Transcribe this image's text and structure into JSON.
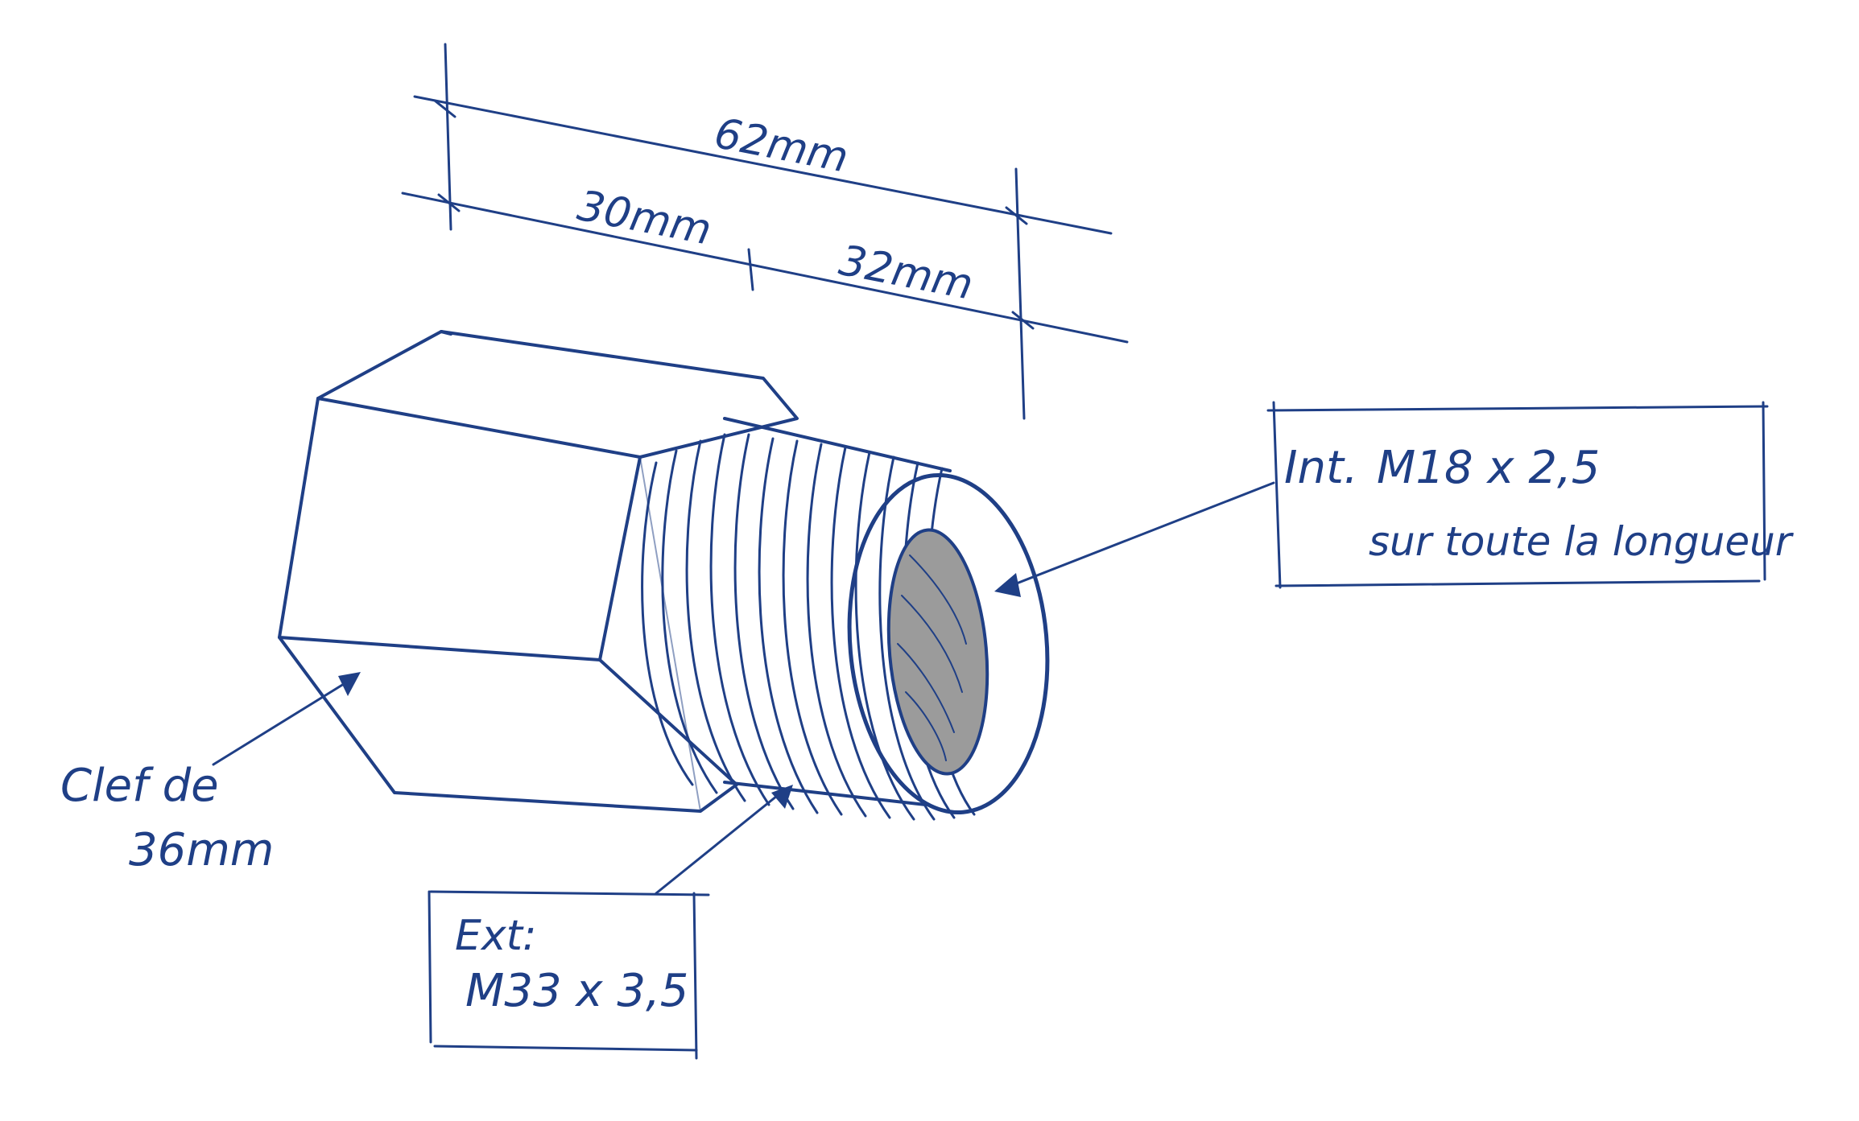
{
  "dimensions": {
    "overall": "62mm",
    "hex_length": "30mm",
    "thread_length": "32mm"
  },
  "callouts": {
    "internal": {
      "line1_prefix": "Int.",
      "line1_value": "M18 x 2,5",
      "line2": "sur toute la longueur"
    },
    "external": {
      "line1": "Ext:",
      "line2": "M33 x 3,5"
    },
    "wrench": {
      "line1": "Clef de",
      "line2": "36mm"
    }
  },
  "colors": {
    "ink": "#1f3f86",
    "bore_shade": "#9b9b9b",
    "paper": "#ffffff"
  }
}
